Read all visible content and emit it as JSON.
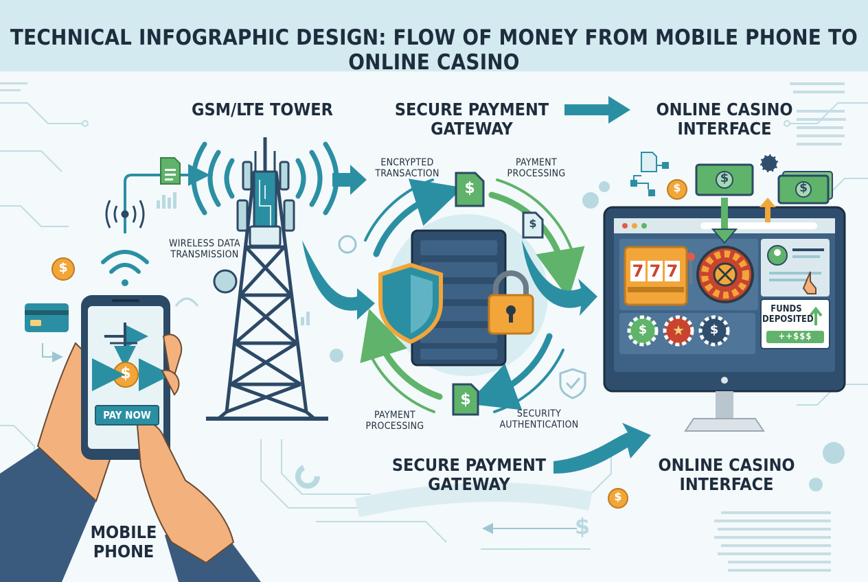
{
  "title": "TECHNICAL INFOGRAPHIC DESIGN: FLOW OF MONEY FROM MOBILE PHONE TO ONLINE CASINO",
  "labels": {
    "tower": "GSM/LTE TOWER",
    "gateway_top": "SECURE PAYMENT\nGATEWAY",
    "casino_top": "ONLINE CASINO\nINTERFACE",
    "encrypted": "ENCRYPTED\nTRANSACTION",
    "processing_top": "PAYMENT\nPROCESSING",
    "wireless": "WIRELESS DATA\nTRANSMISSION",
    "processing_bottom": "PAYMENT\nPROCESSING",
    "security_auth": "SECURITY\nAUTHENTICATION",
    "gateway_bottom": "SECURE PAYMENT\nGATEWAY",
    "casino_bottom": "ONLINE CASINO\nINTERFACE",
    "mobile": "MOBILE\nPHONE"
  },
  "phone": {
    "pay_button": "PAY NOW"
  },
  "casino_screen": {
    "funds_label": "FUNDS\nDEPOSITED",
    "funds_amount": "++$$$",
    "slot_reels": [
      "7",
      "7",
      "7"
    ]
  },
  "symbols": {
    "dollar": "$",
    "star": "★"
  },
  "colors": {
    "teal": "#2b8fa3",
    "green": "#5fb36a",
    "navy": "#2f4e6e",
    "orange": "#f2a63a",
    "background": "#f4f9fb",
    "title_band": "#d3eaf0"
  }
}
